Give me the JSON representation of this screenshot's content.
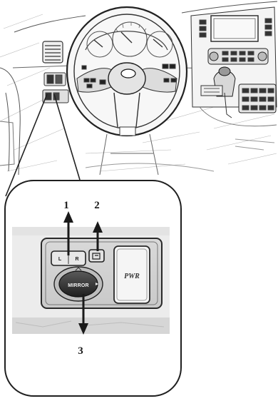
{
  "inset": {
    "callouts": [
      "1",
      "2",
      "3"
    ],
    "buttons": {
      "left": "L",
      "right": "R",
      "knob": "MIRROR",
      "power": "PWR"
    }
  }
}
